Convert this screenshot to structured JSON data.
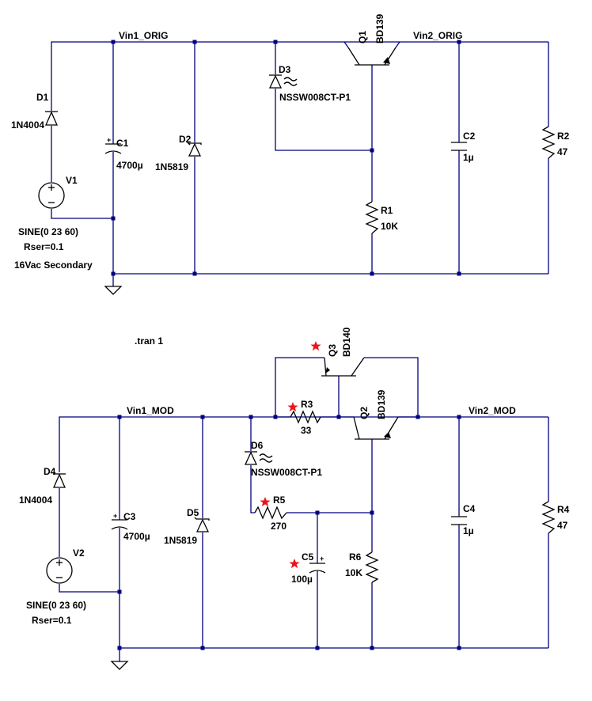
{
  "nets": {
    "vin1_orig": "Vin1_ORIG",
    "vin2_orig": "Vin2_ORIG",
    "vin1_mod": "Vin1_MOD",
    "vin2_mod": "Vin2_MOD"
  },
  "directive": ".tran 1",
  "top": {
    "d1": {
      "name": "D1",
      "value": "1N4004"
    },
    "v1": {
      "name": "V1",
      "value": "SINE(0 23 60)",
      "rser": "Rser=0.1",
      "note": "16Vac Secondary"
    },
    "c1": {
      "name": "C1",
      "value": "4700µ"
    },
    "d2": {
      "name": "D2",
      "value": "1N5819"
    },
    "d3": {
      "name": "D3",
      "value": "NSSW008CT-P1"
    },
    "q1": {
      "name": "Q1",
      "value": "BD139"
    },
    "r1": {
      "name": "R1",
      "value": "10K"
    },
    "c2": {
      "name": "C2",
      "value": "1µ"
    },
    "r2": {
      "name": "R2",
      "value": "47"
    }
  },
  "bottom": {
    "d4": {
      "name": "D4",
      "value": "1N4004"
    },
    "v2": {
      "name": "V2",
      "value": "SINE(0 23 60)",
      "rser": "Rser=0.1"
    },
    "c3": {
      "name": "C3",
      "value": "4700µ"
    },
    "d5": {
      "name": "D5",
      "value": "1N5819"
    },
    "q3": {
      "name": "Q3",
      "value": "BD140"
    },
    "r3": {
      "name": "R3",
      "value": "33"
    },
    "q2": {
      "name": "Q2",
      "value": "BD139"
    },
    "d6": {
      "name": "D6",
      "value": "NSSW008CT-P1"
    },
    "r5": {
      "name": "R5",
      "value": "270"
    },
    "c5": {
      "name": "C5",
      "value": "100µ"
    },
    "r6": {
      "name": "R6",
      "value": "10K"
    },
    "c4": {
      "name": "C4",
      "value": "1µ"
    },
    "r4": {
      "name": "R4",
      "value": "47"
    }
  },
  "colors": {
    "wire": "#000080",
    "component": "#000000",
    "marker_star": "#e8161b",
    "background": "#ffffff"
  }
}
